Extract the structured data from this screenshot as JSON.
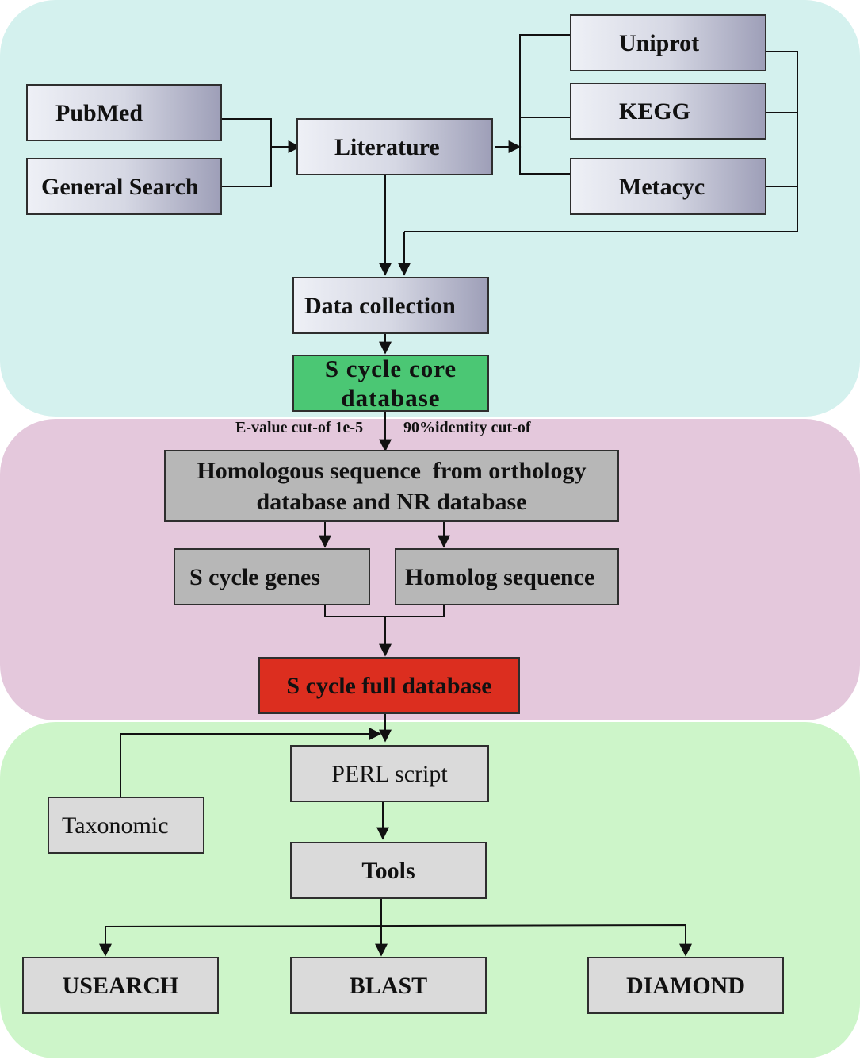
{
  "stage1": {
    "pubmed": "PubMed",
    "general_search": "General Search",
    "literature": "Literature",
    "uniprot": "Uniprot",
    "kegg": "KEGG",
    "metacyc": "Metacyc",
    "data_collection": "Data collection",
    "core_db_line1": "S cycle core",
    "core_db_line2": "database"
  },
  "stage2": {
    "evalue_label": "E-value cut-of 1e-5",
    "identity_label": "90%identity cut-of",
    "homologous_line1": "Homologous sequence  from orthology",
    "homologous_line2": "database and NR database",
    "s_cycle_genes": "S cycle genes",
    "homolog_sequence": "Homolog sequence",
    "full_db": "S cycle full database"
  },
  "stage3": {
    "perl_script": "PERL script",
    "taxonomic": "Taxonomic",
    "tools": "Tools",
    "usearch": "USEARCH",
    "blast": "BLAST",
    "diamond": "DIAMOND"
  },
  "colors": {
    "panel_top": "#d4f1ee",
    "panel_middle": "#e4c8dc",
    "panel_bottom": "#cdf5c9",
    "core_db": "#4bc774",
    "full_db": "#dc2e1f"
  }
}
